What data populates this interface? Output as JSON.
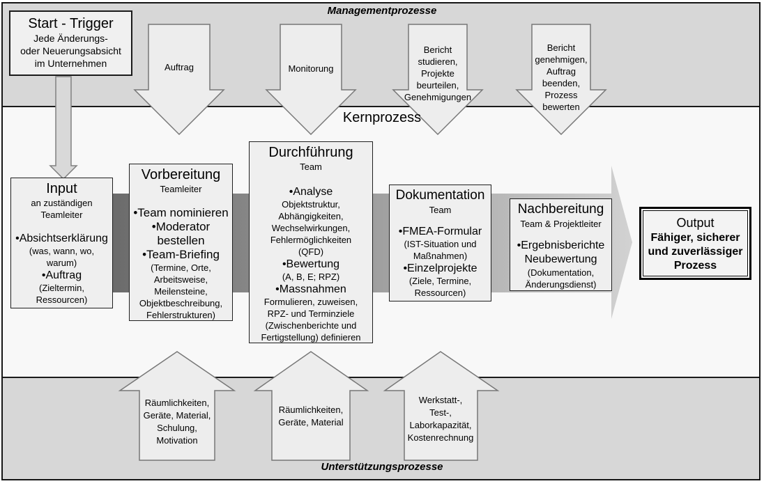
{
  "bands": {
    "management": "Managementprozesse",
    "kern": "Kernprozess",
    "support": "Unterstützungsprozesse"
  },
  "start_trigger": {
    "title": "Start - Trigger",
    "subtitle": "Jede Änderungs-\noder Neuerungsabsicht\nim Unternehmen"
  },
  "top_arrows": [
    {
      "label": "Auftrag"
    },
    {
      "label": "Monitorung"
    },
    {
      "label": "Bericht\nstudieren,\nProjekte\nbeurteilen,\nGenehmigungen"
    },
    {
      "label": "Bericht\ngenehmigen,\nAuftrag\nbeenden,\nProzess\nbewerten"
    }
  ],
  "flow": {
    "input": {
      "title": "Input",
      "subtitle": "an zuständigen\nTeamleiter",
      "b1": "•Absichtserklärung",
      "s1": "(was, wann, wo,\nwarum)",
      "b2": "•Auftrag",
      "s2": "(Zieltermin,\nRessourcen)"
    },
    "vorbereitung": {
      "title": "Vorbereitung",
      "subtitle": "Teamleiter",
      "b1": "•Team nominieren",
      "b2": "•Moderator\nbestellen",
      "b3": "•Team-Briefing",
      "s1": "(Termine, Orte,\nArbeitsweise,\nMeilensteine,\nObjektbeschreibung,\nFehlerstrukturen)"
    },
    "durchfuehrung": {
      "title": "Durchführung",
      "subtitle": "Team",
      "b1": "•Analyse",
      "s1": "Objektstruktur,\nAbhängigkeiten,\nWechselwirkungen,\nFehlermöglichkeiten\n(QFD)",
      "b2": "•Bewertung",
      "s2": "(A, B, E; RPZ)",
      "b3": "•Massnahmen",
      "s3": "Formulieren, zuweisen,\nRPZ- und Terminziele\n(Zwischenberichte und\nFertigstellung) definieren"
    },
    "dokumentation": {
      "title": "Dokumentation",
      "subtitle": "Team",
      "b1": "•FMEA-Formular",
      "s1": "(IST-Situation und\nMaßnahmen)",
      "b2": "•Einzelprojekte",
      "s2": "(Ziele, Termine,\nRessourcen)"
    },
    "nachbereitung": {
      "title": "Nachbereitung",
      "subtitle": "Team & Projektleiter",
      "b1": "•Ergebnisberichte\nNeubewertung",
      "s1": "(Dokumentation,\nÄnderungsdienst)"
    },
    "output": {
      "title": "Output",
      "text": "Fähiger, sicherer\nund zuverlässiger\nProzess"
    }
  },
  "bottom_arrows": [
    {
      "label": "Räumlichkeiten,\nGeräte, Material,\nSchulung,\nMotivation"
    },
    {
      "label": "Räumlichkeiten,\nGeräte, Material"
    },
    {
      "label": "Werkstatt-,\nTest-,\nLaborkapazität,\nKostenrechnung"
    }
  ],
  "colors": {
    "band_gray": "#d7d7d7",
    "core_bg": "#f8f8f8",
    "box_fill": "#efefef",
    "band_arrow_fill": "#ededed",
    "flow_arrow_dark": "#6b6b6b",
    "flow_arrow_light": "#d2d2d2",
    "border_black": "#151515"
  }
}
